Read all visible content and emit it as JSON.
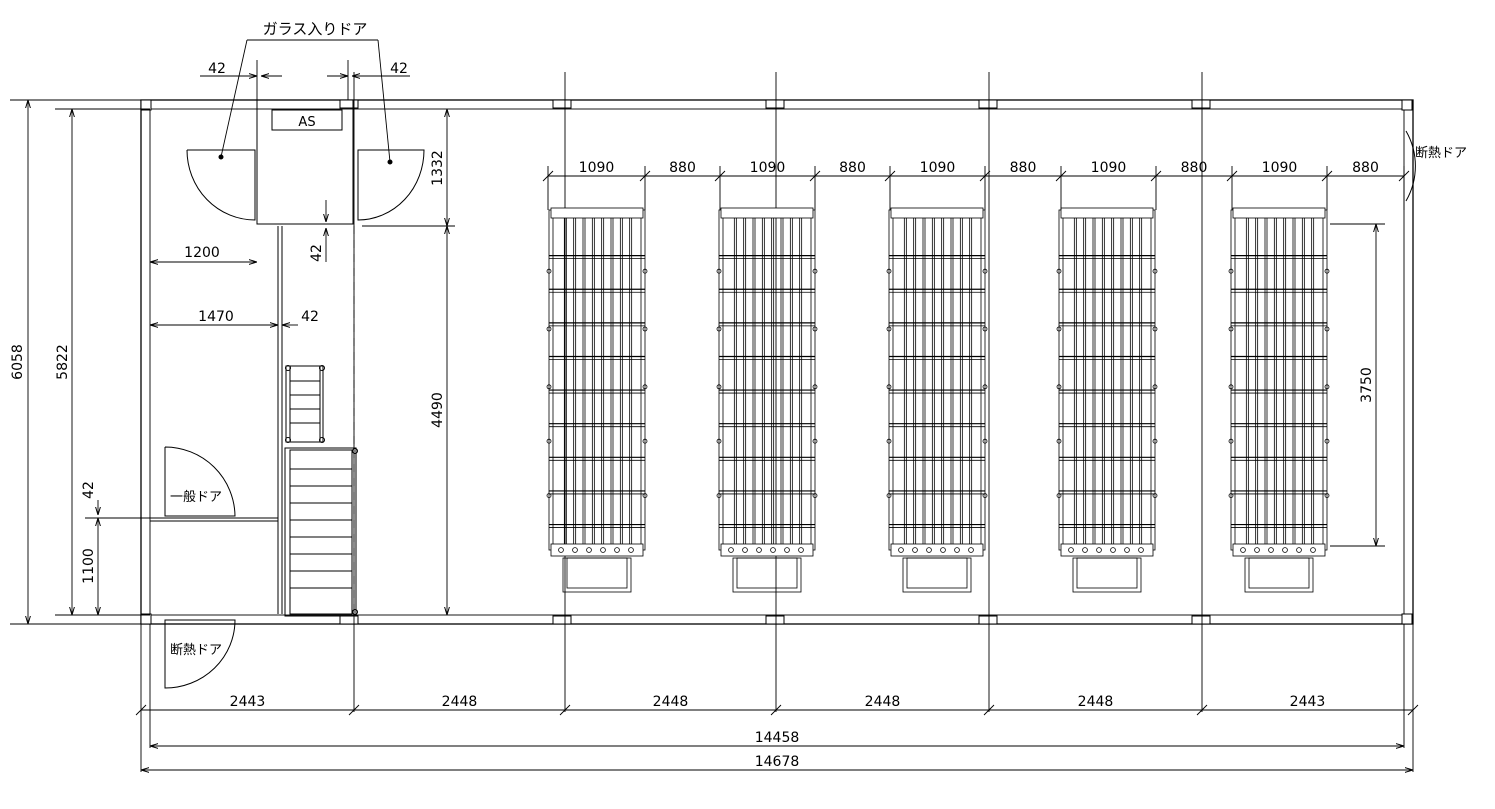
{
  "labels": {
    "glass_door": "ガラス入りドア",
    "as_box": "AS",
    "insulated_door_right": "断熱ドア",
    "insulated_door_bottom": "断熱ドア",
    "general_door": "一般ドア"
  },
  "dims": {
    "door_left_42": "42",
    "door_right_42": "42",
    "d1332": "1332",
    "d1200": "1200",
    "d42_vert": "42",
    "d1470": "1470",
    "d42_horiz": "42",
    "d4490": "4490",
    "d6058": "6058",
    "d5822": "5822",
    "d42_left": "42",
    "d1100": "1100",
    "d3750": "3750",
    "top_row": [
      "1090",
      "880",
      "1090",
      "880",
      "1090",
      "880",
      "1090",
      "880",
      "1090",
      "880"
    ],
    "bottom_row": [
      "2443",
      "2448",
      "2448",
      "2448",
      "2448",
      "2443"
    ],
    "total_inner": "14458",
    "total_outer": "14678"
  },
  "cells_count": 5
}
